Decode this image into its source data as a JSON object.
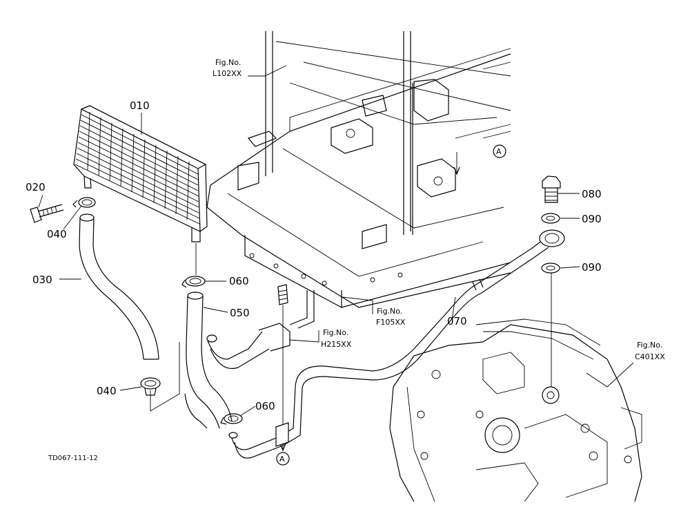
{
  "parts": [
    {
      "id": "p010",
      "number": "010",
      "name": "oil cooler"
    },
    {
      "id": "p020",
      "number": "020",
      "name": "bolt"
    },
    {
      "id": "p030",
      "number": "030",
      "name": "hose"
    },
    {
      "id": "p040a",
      "number": "040",
      "name": "clamp"
    },
    {
      "id": "p040b",
      "number": "040",
      "name": "clamp"
    },
    {
      "id": "p050",
      "number": "050",
      "name": "hose"
    },
    {
      "id": "p060a",
      "number": "060",
      "name": "clamp"
    },
    {
      "id": "p060b",
      "number": "060",
      "name": "clamp"
    },
    {
      "id": "p070",
      "number": "070",
      "name": "pipe"
    },
    {
      "id": "p080",
      "number": "080",
      "name": "banjo bolt"
    },
    {
      "id": "p090a",
      "number": "090",
      "name": "seal washer"
    },
    {
      "id": "p090b",
      "number": "090",
      "name": "seal washer"
    }
  ],
  "references": {
    "l102": {
      "line1": "Fig.No.",
      "line2": "L102XX"
    },
    "f105": {
      "line1": "Fig.No.",
      "line2": "F105XX"
    },
    "h215": {
      "line1": "Fig.No.",
      "line2": "H215XX"
    },
    "c401": {
      "line1": "Fig.No.",
      "line2": "C401XX"
    }
  },
  "connection_marks": {
    "top": "A",
    "bottom": "A"
  },
  "footer_code": "TD067-111-12",
  "colors": {
    "line": "#000000",
    "background": "#ffffff"
  }
}
